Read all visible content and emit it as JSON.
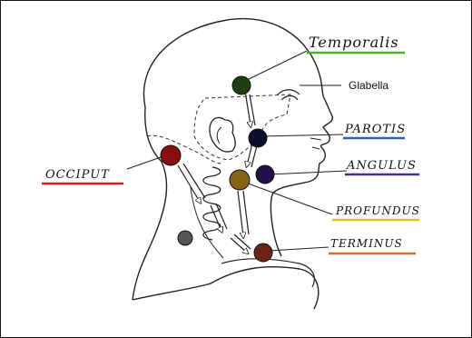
{
  "labels": {
    "temporalis": "Temporalis",
    "glabella": "Glabella",
    "parotis": "PAROTIS",
    "occiput": "OCCIPUT",
    "angulus": "ANGULUS",
    "profundus": "PROFUNDUS",
    "terminus": "TERMINUS"
  },
  "colors": {
    "temporalis": "#4caf1f",
    "parotis": "#2f62a8",
    "occiput": "#d21f1f",
    "angulus": "#4b2a86",
    "profundus": "#e3c61a",
    "terminus": "#e06a1a",
    "node_temporalis": "#1f3f10",
    "node_parotis": "#0c0f2a",
    "node_occiput": "#8b0e0e",
    "node_angulus": "#231248",
    "node_profundus": "#8a6416",
    "node_terminus": "#6a2612",
    "node_gray": "#555555"
  },
  "icons": {
    "arrow": "hollow-down-arrow",
    "node": "lymph-node-dot"
  }
}
